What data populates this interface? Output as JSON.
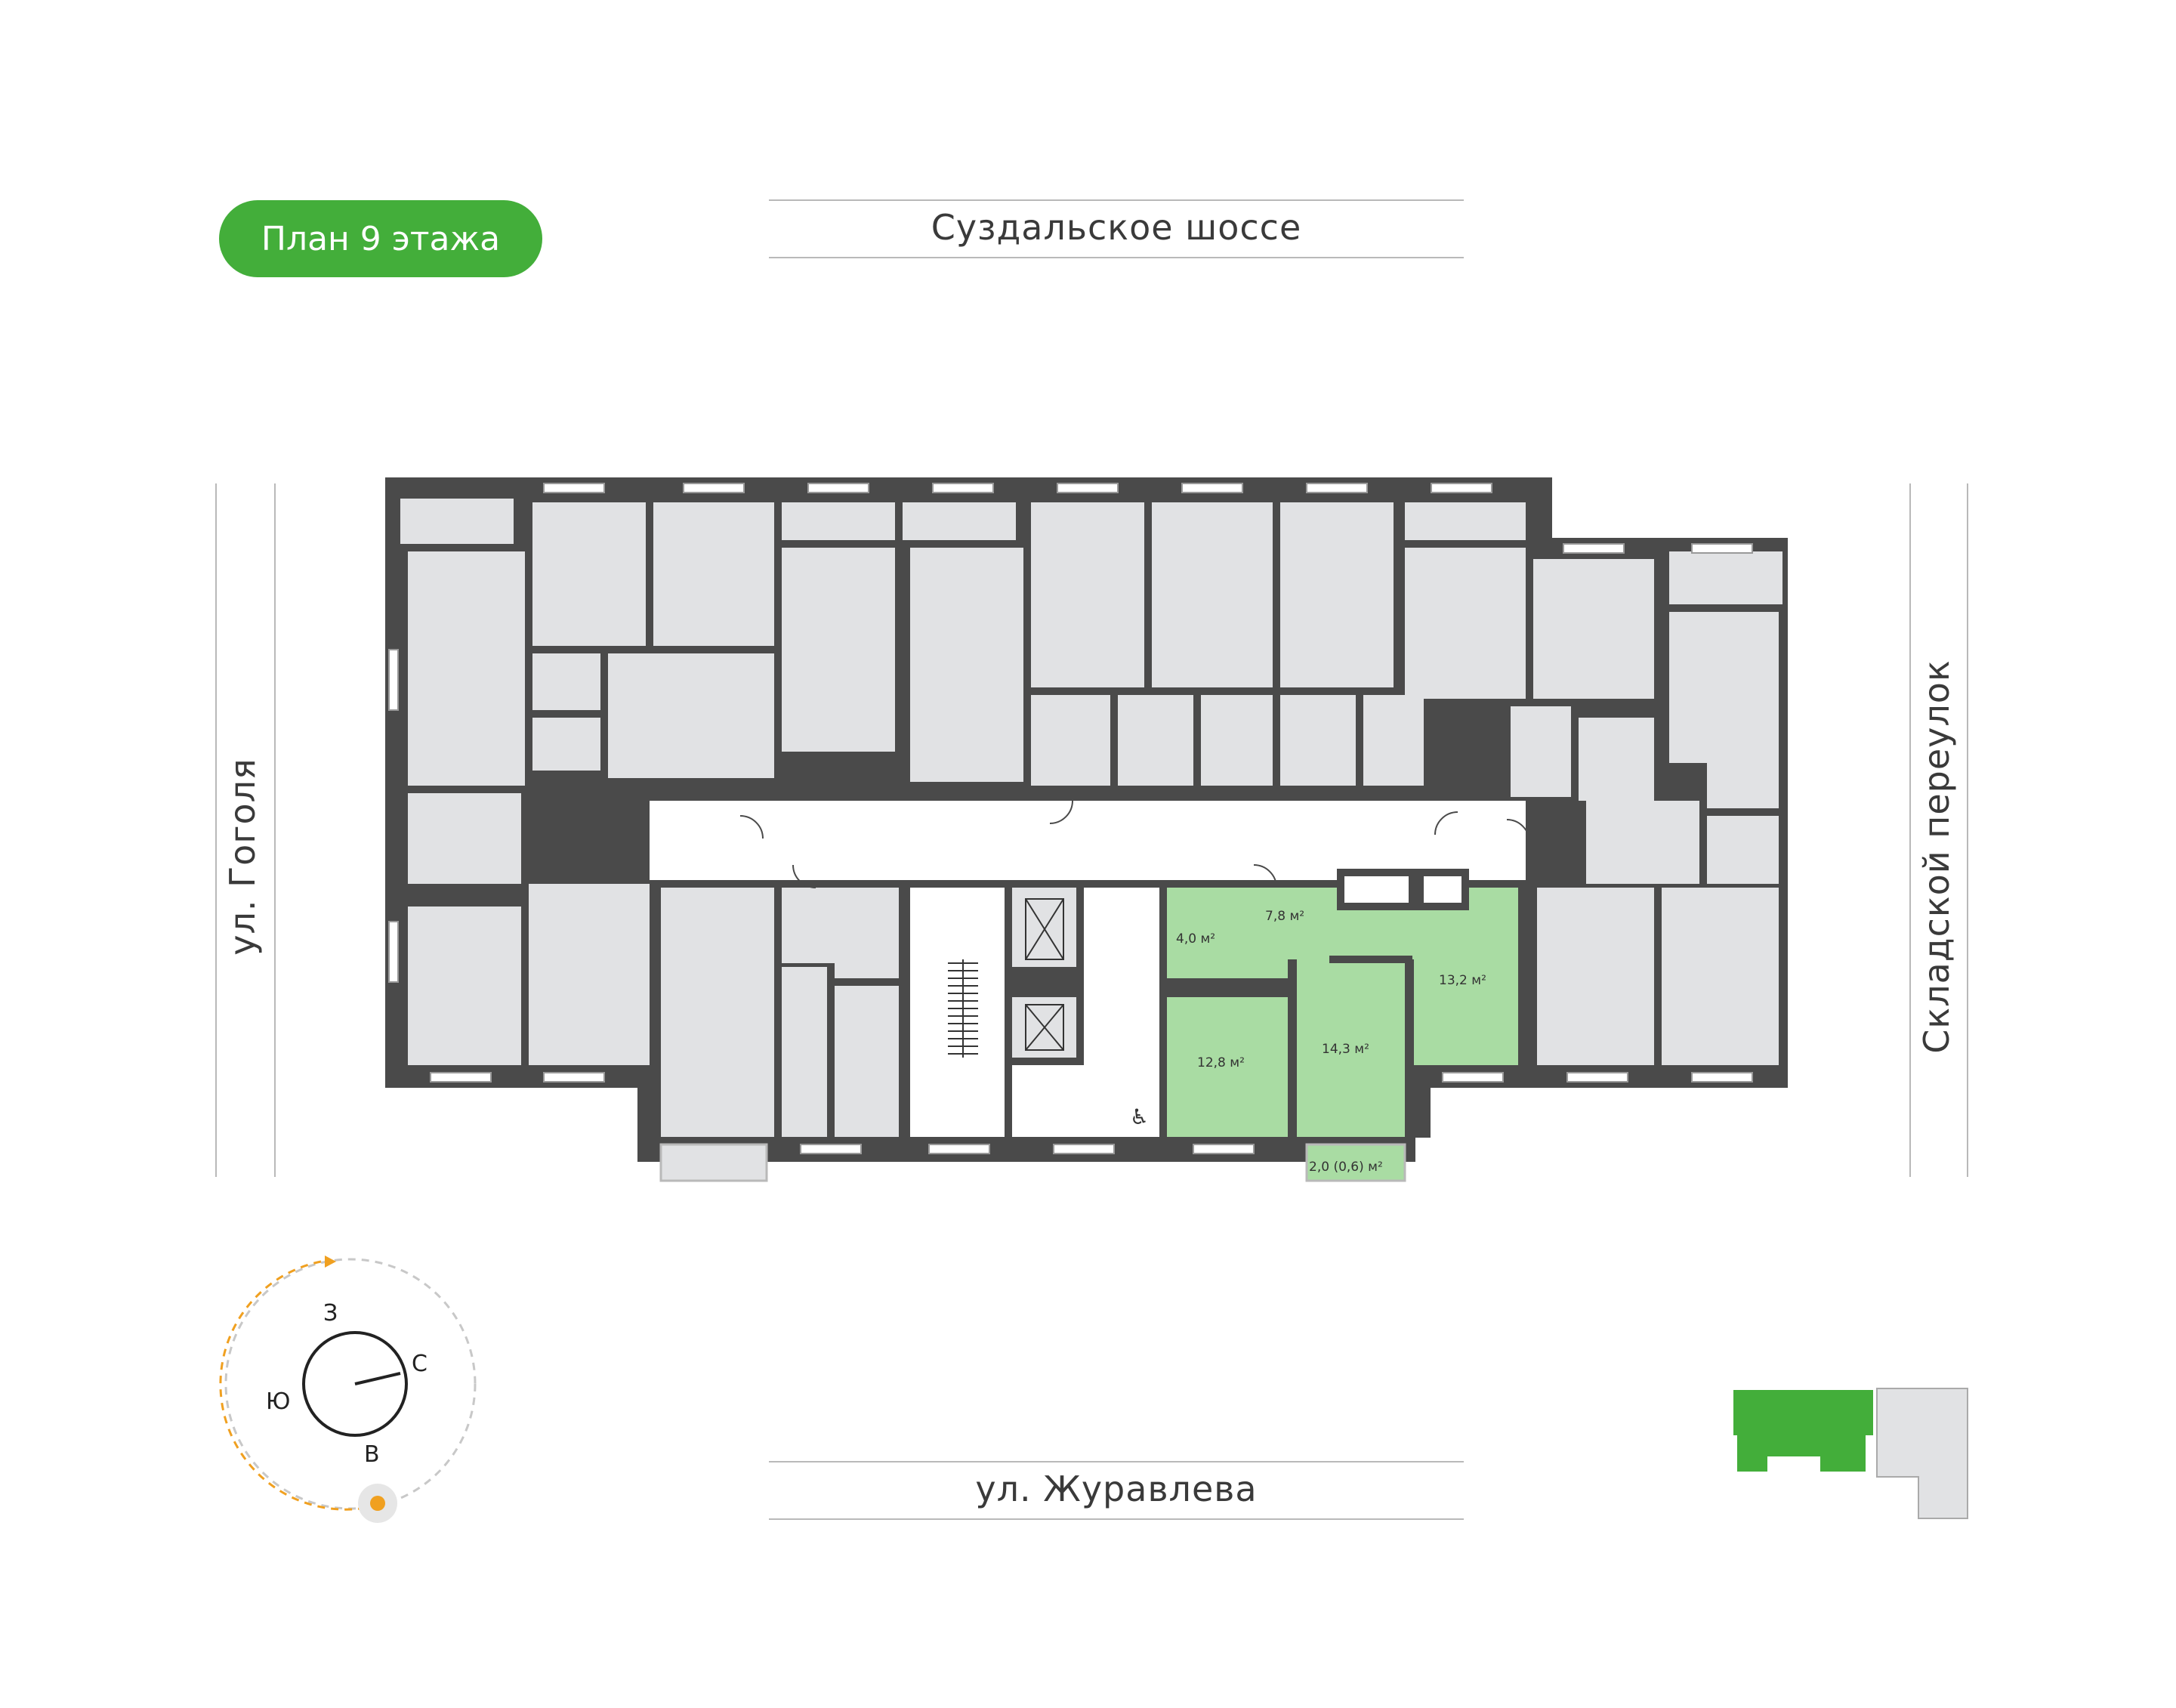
{
  "floor_badge": "План 9 этажа",
  "streets": {
    "top": "Суздальское шоссе",
    "bottom": "ул. Журавлева",
    "left": "ул. Гоголя",
    "right": "Складской переулок"
  },
  "apartment": {
    "color": "#a9dca3",
    "rooms": [
      {
        "id": "room-hall",
        "area": "7,8 м²"
      },
      {
        "id": "room-bath",
        "area": "4,0 м²"
      },
      {
        "id": "room-kitchen",
        "area": "13,2 м²"
      },
      {
        "id": "room-bedroom-1",
        "area": "12,8 м²"
      },
      {
        "id": "room-bedroom-2",
        "area": "14,3 м²"
      },
      {
        "id": "room-balcony",
        "area": "2,0 (0,6) м²"
      }
    ]
  },
  "compass": {
    "west": "З",
    "north": "С",
    "south": "Ю",
    "east": "В",
    "sun_icon": "sun-icon",
    "sun_color": "#f0a020"
  },
  "icons": {
    "accessibility": "wheelchair-icon",
    "wheelchair_glyph": "♿"
  },
  "colors": {
    "accent": "#43ae3a",
    "wall": "#4a4a4a",
    "room": "#e1e2e4"
  }
}
